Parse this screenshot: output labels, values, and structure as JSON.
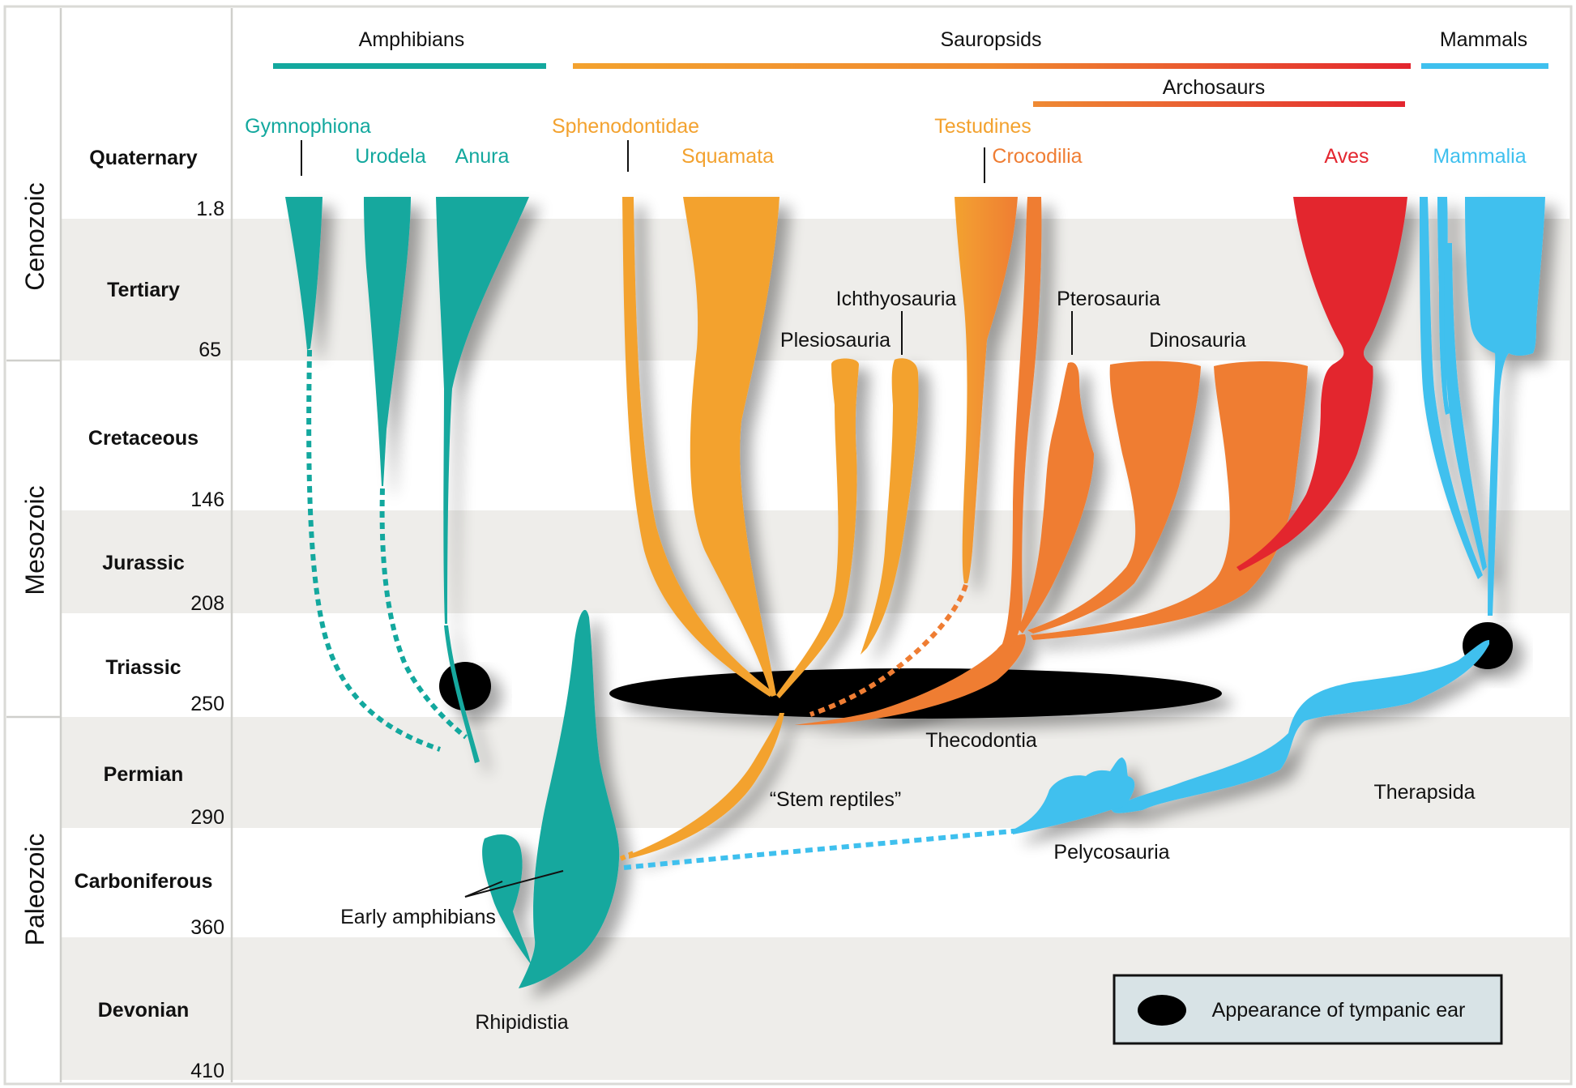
{
  "eras": {
    "cenozoic": "Cenozoic",
    "mesozoic": "Mesozoic",
    "paleozoic": "Paleozoic"
  },
  "periods": {
    "quaternary": "Quaternary",
    "tertiary": "Tertiary",
    "cretaceous": "Cretaceous",
    "jurassic": "Jurassic",
    "triassic": "Triassic",
    "permian": "Permian",
    "carboniferous": "Carboniferous",
    "devonian": "Devonian"
  },
  "ages": {
    "a1": "1.8",
    "a2": "65",
    "a3": "146",
    "a4": "208",
    "a5": "250",
    "a6": "290",
    "a7": "360",
    "a8": "410"
  },
  "groups": {
    "amphibians": "Amphibians",
    "sauropsids": "Sauropsids",
    "mammals": "Mammals",
    "archosaurs": "Archosaurs"
  },
  "taxa": {
    "gymnophiona": "Gymnophiona",
    "urodela": "Urodela",
    "anura": "Anura",
    "sphenodontidae": "Sphenodontidae",
    "squamata": "Squamata",
    "testudines": "Testudines",
    "crocodilia": "Crocodilia",
    "aves": "Aves",
    "mammalia": "Mammalia",
    "ichthyosauria": "Ichthyosauria",
    "plesiosauria": "Plesiosauria",
    "pterosauria": "Pterosauria",
    "dinosauria": "Dinosauria",
    "thecodontia": "Thecodontia",
    "stem_reptiles": "“Stem reptiles”",
    "therapsida": "Therapsida",
    "pelycosauria": "Pelycosauria",
    "early_amphibians": "Early amphibians",
    "rhipidistia": "Rhipidistia"
  },
  "legend": {
    "label": "Appearance of tympanic ear"
  },
  "colors": {
    "amphibian_teal": "#13a89e",
    "sauropsid_orange": "#f3a22f",
    "archosaur_orange": "#ef7d33",
    "aves_red": "#e3262f",
    "mammal_blue": "#3fc0ee",
    "band_gray": "#eeedea",
    "ear_black": "#000000"
  }
}
